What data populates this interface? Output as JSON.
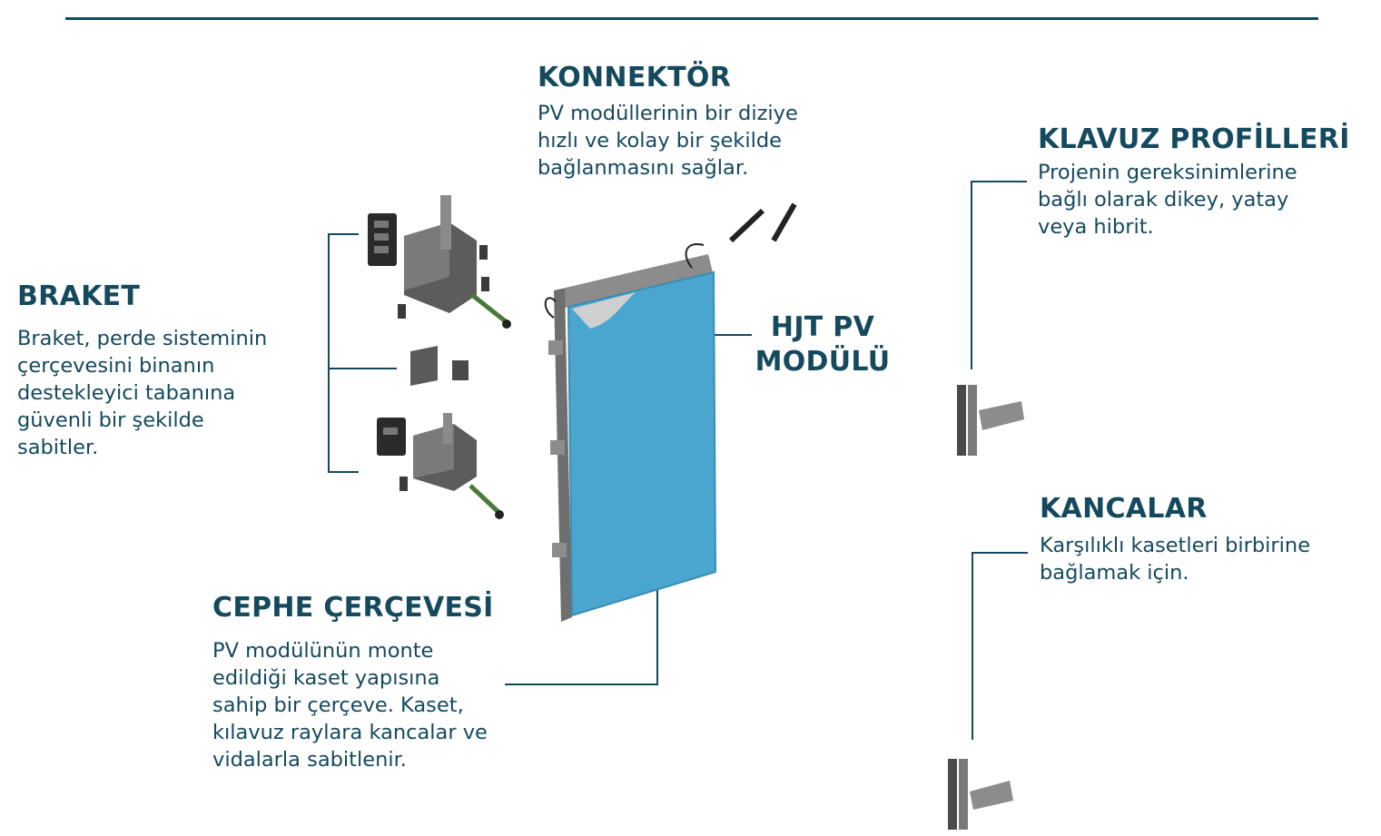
{
  "colors": {
    "accent": "#14495e",
    "panel": "#4aa6cf",
    "metal": "#5c5c5c",
    "background": "#ffffff"
  },
  "labels": {
    "konnektor": {
      "title": "KONNEKTÖR",
      "lines": [
        "PV modüllerinin bir diziye",
        "hızlı ve kolay bir şekilde",
        "bağlanmasını sağlar."
      ]
    },
    "klavuz": {
      "title": "KLAVUZ PROFİLLERİ",
      "lines": [
        "Projenin gereksinimlerine",
        "bağlı olarak dikey, yatay",
        "veya hibrit."
      ]
    },
    "braket": {
      "title": "BRAKET",
      "lines": [
        "Braket, perde sisteminin",
        "çerçevesini binanın",
        "destekleyici tabanına",
        "güvenli bir şekilde",
        "sabitler."
      ]
    },
    "hjt": {
      "title_lines": [
        "HJT PV",
        "MODÜLÜ"
      ]
    },
    "kancalar": {
      "title": "KANCALAR",
      "lines": [
        "Karşılıklı kasetleri birbirine",
        "bağlamak için."
      ]
    },
    "cephe": {
      "title": "CEPHE ÇERÇEVESİ",
      "lines": [
        "PV modülünün monte",
        "edildiği kaset yapısına",
        "sahip bir çerçeve. Kaset,",
        "kılavuz raylara kancalar ve",
        "vidalarla sabitlenir."
      ]
    }
  }
}
